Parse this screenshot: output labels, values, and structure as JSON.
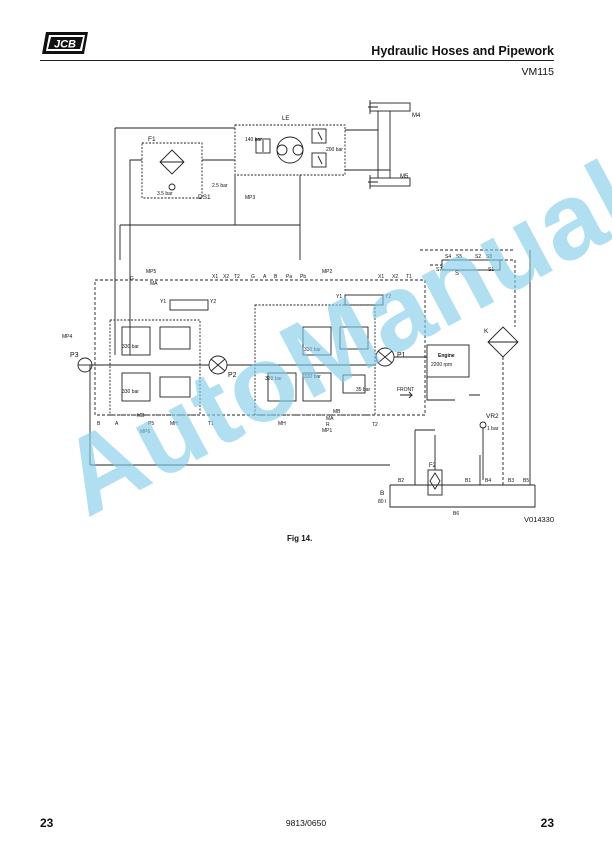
{
  "header": {
    "title": "Hydraulic Hoses and Pipework",
    "doc_code": "VM115",
    "logo_text": "JCB"
  },
  "diagram": {
    "reference": "V014330",
    "caption": "Fig 14.",
    "labels": {
      "le": "LE",
      "f1": "F1",
      "ds1": "DS1",
      "mp3": "MP3",
      "m4": "M4",
      "m5": "M5",
      "p140": "140 bar",
      "p200": "200 bar",
      "p35": "3.5 bar",
      "p25": "2.5 bar",
      "p3": "P3",
      "p2": "P2",
      "p1": "P1",
      "s": "S",
      "k": "K",
      "vr2": "VR2",
      "f2": "F2",
      "b": "B",
      "mp4": "MP4",
      "mp5": "MP5",
      "mp2": "MP2",
      "mp6": "MP6",
      "mp1": "MP1",
      "x1a": "X1",
      "x2a": "X2",
      "t2a": "T2",
      "x1b": "X1",
      "x2b": "X2",
      "t1a": "T1",
      "t1b": "T1",
      "t2b": "T2",
      "ma1": "MA",
      "mb1": "MB",
      "ma2": "MA",
      "mb2": "MB",
      "mh1": "MH",
      "mh2": "MH",
      "p5": "P5",
      "r": "R",
      "p330a": "330 bar",
      "p330b": "330 bar",
      "p330c": "330 bar",
      "p330d": "330 bar",
      "p320": "320 bar",
      "p35b": "35 bar",
      "p1bar": "1 bar",
      "engine": "Engine",
      "rpm": "2200 rpm",
      "front": "FRONT",
      "b1": "B1",
      "b2": "B2",
      "b3": "B3",
      "b4": "B4",
      "b5": "B5",
      "b6": "B6",
      "s1": "S1",
      "s2": "S2",
      "s4": "S4",
      "s5": "S5",
      "s7": "S7",
      "s8": "S8",
      "y1": "Y1",
      "y2": "Y2",
      "y1b": "Y1",
      "y2b": "Y2",
      "g1": "G",
      "a1": "A",
      "b_1": "B",
      "g2": "G",
      "a2": "A",
      "b_2": "B",
      "pa": "Pa",
      "pb": "Pb",
      "tank": "80 l"
    }
  },
  "watermark": "AutoManual",
  "footer": {
    "page_left": "23",
    "page_right": "23",
    "code": "9813/0650"
  }
}
